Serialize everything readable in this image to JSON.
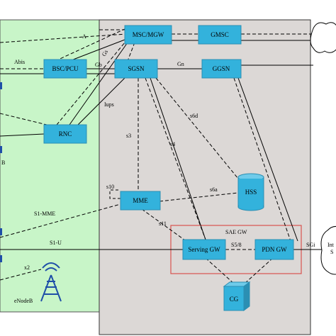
{
  "nodes": {
    "msc_mgw": "MSC/MGW",
    "gmsc": "GMSC",
    "bsc_pcu": "BSC/PCU",
    "sgsn": "SGSN",
    "ggsn": "GGSN",
    "rnc": "RNC",
    "hss": "HSS",
    "mme": "MME",
    "serving_gw": "Serving GW",
    "pdn_gw": "PDN GW",
    "cg": "CG"
  },
  "labels": {
    "a": "A",
    "abis": "Abis",
    "gb": "Gb",
    "gs": "Gs",
    "gn": "Gn",
    "iups": "Iups",
    "s6d": "s6d",
    "s3": "s3",
    "s4": "s4",
    "s10": "s10",
    "s6a": "s6a",
    "s1_mme": "S1-MME",
    "s1_u": "S1-U",
    "s11": "s11",
    "sae_gw": "SAE GW",
    "s5_8": "S5/8",
    "sgi": "SGi",
    "x2": "x2",
    "enodeb": "eNodeB",
    "b_label": "B",
    "internet_line1": "Int",
    "internet_line2": "S"
  },
  "colors": {
    "access_bg": "#c8f5c8",
    "core_bg": "#dcd8d6",
    "node_fill": "#33b2dc",
    "node_stroke": "#2b8fb3",
    "sae_box": "#d9534f",
    "tower": "#1f4fa8"
  }
}
